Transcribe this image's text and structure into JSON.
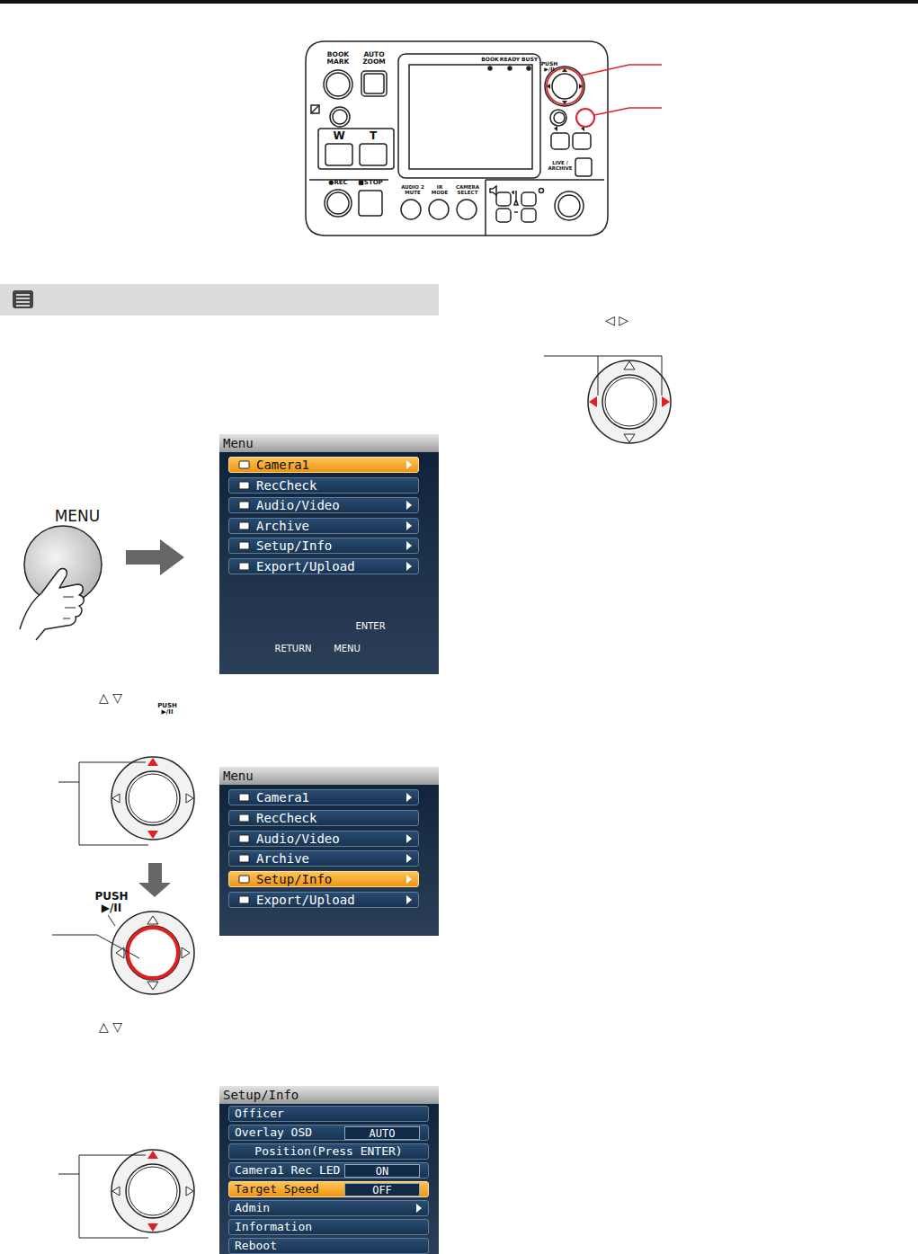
{
  "diagram": {
    "nodes": [
      {
        "text": [
          "Menu"
        ]
      },
      {
        "text": [
          "Camera1"
        ],
        "in": 0
      },
      {
        "text": [
          "RecCheck"
        ],
        "in": 0
      },
      {
        "text": [
          "Audio/Video"
        ],
        "in": 0
      },
      {
        "text": [
          "Archive"
        ],
        "in": 0
      },
      {
        "text": [
          "Setup/Info"
        ],
        "in": 0
      },
      {
        "text": [
          "Export/Upload"
        ],
        "in": 0
      },
      {
        "text": [
          "Menu"
        ]
      },
      {
        "text": [
          "Camera1"
        ],
        "in": 7
      },
      {
        "text": [
          "RecCheck"
        ],
        "in": 7
      },
      {
        "text": [
          "Audio/Video"
        ],
        "in": 7
      },
      {
        "text": [
          "Archive"
        ],
        "in": 7
      },
      {
        "text": [
          "Setup/Info"
        ],
        "in": 7
      },
      {
        "text": [
          "Export/Upload"
        ],
        "in": 7
      },
      {
        "text": [
          "Setup/Info"
        ]
      },
      {
        "text": [
          "Officer"
        ],
        "in": 14
      },
      {
        "text": [
          "Overlay OSD"
        ],
        "in": 14
      },
      {
        "text": [
          "AUTO"
        ],
        "in": 16
      },
      {
        "text": [
          "Position(Press ENTER)"
        ],
        "in": 14
      },
      {
        "text": [
          "Camera1 Rec LED"
        ],
        "in": 14
      },
      {
        "text": [
          "ON"
        ],
        "in": 19
      },
      {
        "text": [
          "Target Speed"
        ],
        "in": 14
      },
      {
        "text": [
          "OFF"
        ],
        "in": 21
      },
      {
        "text": [
          "Admin"
        ],
        "in": 14
      },
      {
        "text": [
          "Information"
        ],
        "in": 14
      },
      {
        "text": [
          "Reboot"
        ],
        "in": 14
      }
    ],
    "labels": [
      "BOOK MARK",
      "AUTO ZOOM",
      "BOOK",
      "READY",
      "BUSY",
      "PUSH ▶/II",
      "W",
      "T",
      "●REC",
      "■STOP",
      "AUDIO 2 MUTE",
      "IR MODE",
      "CAMERA SELECT",
      "LIVE / ARCHIVE",
      "MENU",
      "ENTER",
      "RETURN",
      "MENU",
      "△ ▽",
      "PUSH ▶/II",
      "PUSH ▶/II",
      "△ ▽",
      "◁ ▷"
    ]
  }
}
